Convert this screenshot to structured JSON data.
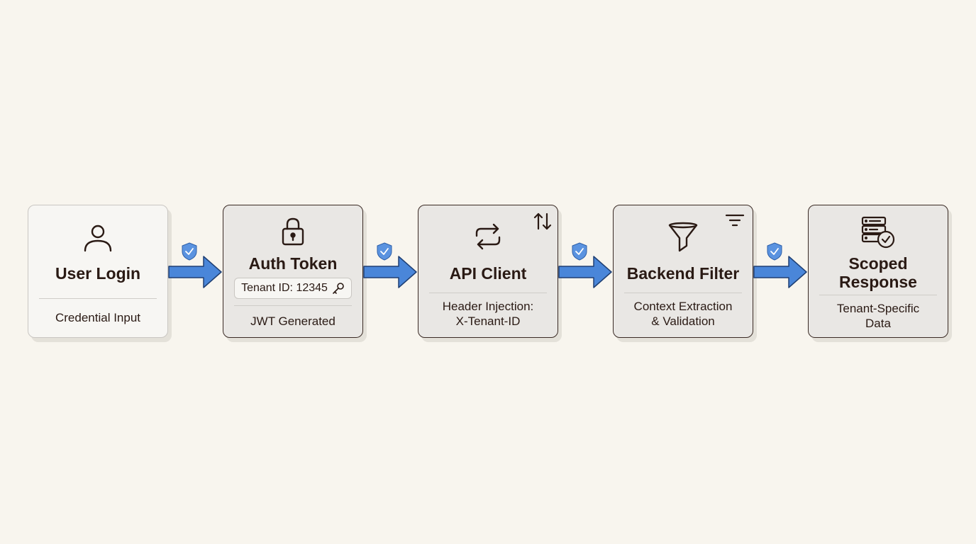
{
  "steps": [
    {
      "title": "User Login",
      "description": "Credential Input",
      "icon": "user-icon"
    },
    {
      "title": "Auth Token",
      "badge": "Tenant ID: 12345",
      "badge_icon": "key-icon",
      "description": "JWT Generated",
      "icon": "lock-icon"
    },
    {
      "title": "API Client",
      "description_line1": "Header Injection:",
      "description_line2": "X-Tenant-ID",
      "icon": "sync-arrows-icon",
      "corner_icon": "up-down-arrows-icon"
    },
    {
      "title": "Backend Filter",
      "description_line1": "Context Extraction",
      "description_line2": "& Validation",
      "icon": "funnel-icon",
      "corner_icon": "filter-lines-icon"
    },
    {
      "title_line1": "Scoped",
      "title_line2": "Response",
      "description_line1": "Tenant-Specific",
      "description_line2": "Data",
      "icon": "database-check-icon"
    }
  ],
  "connectors": {
    "icon": "shield-check-icon",
    "arrow_icon": "right-arrow-icon",
    "count": 4
  },
  "colors": {
    "background": "#f8f5ee",
    "card_fill": "#e9e7e4",
    "first_card_fill": "#f7f6f3",
    "card_border": "#3a2a24",
    "text": "#2a1a14",
    "arrow": "#4a86d9",
    "shield": "#5b93e0"
  }
}
